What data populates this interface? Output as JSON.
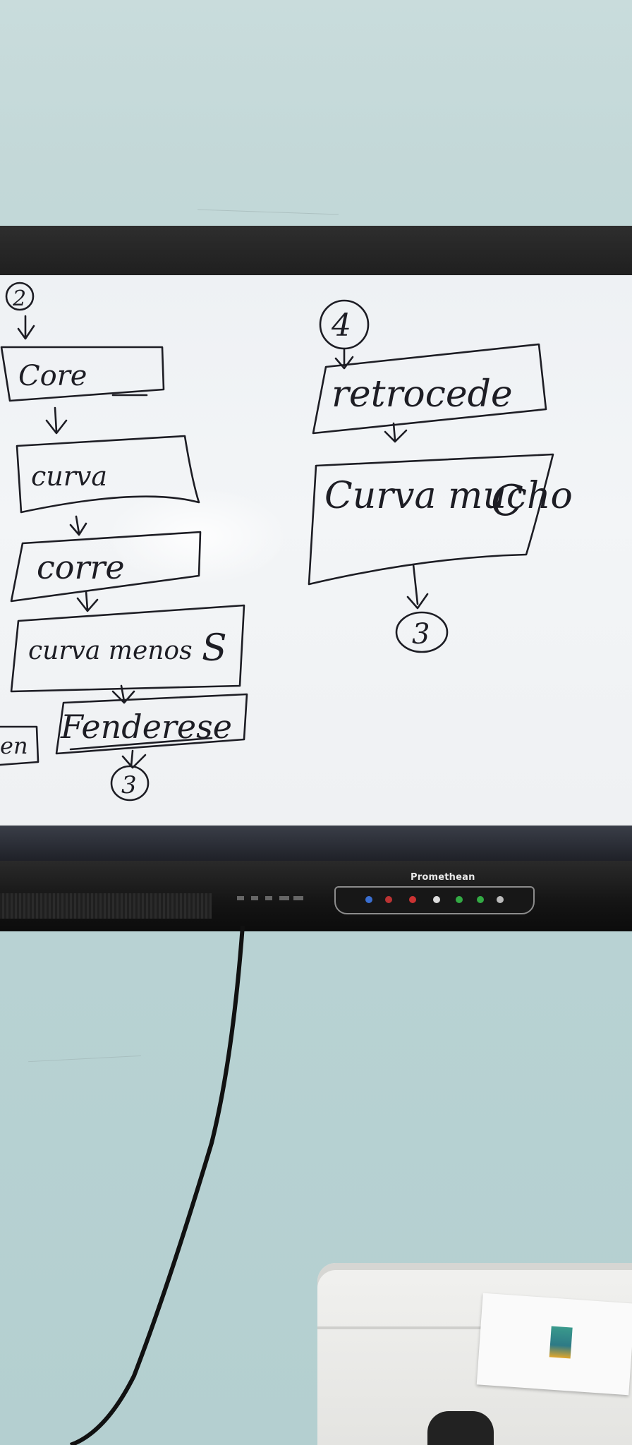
{
  "monitor": {
    "brand": "Promethean"
  },
  "whiteboard": {
    "left_flow": {
      "start_number": "2",
      "steps": [
        "Core",
        "curva",
        "corre",
        "curva menos",
        "Fenderese"
      ],
      "rotation_symbol": "S",
      "end_number": "3",
      "partial_left_label": "en"
    },
    "right_flow": {
      "start_number": "4",
      "steps": [
        "retrocede",
        "Curva mucho"
      ],
      "rotation_symbol": "C",
      "end_number": "3"
    }
  },
  "colors": {
    "wall": "#bcd5d6",
    "ink": "#1d1d24",
    "bezel": "#1b1b1b"
  }
}
